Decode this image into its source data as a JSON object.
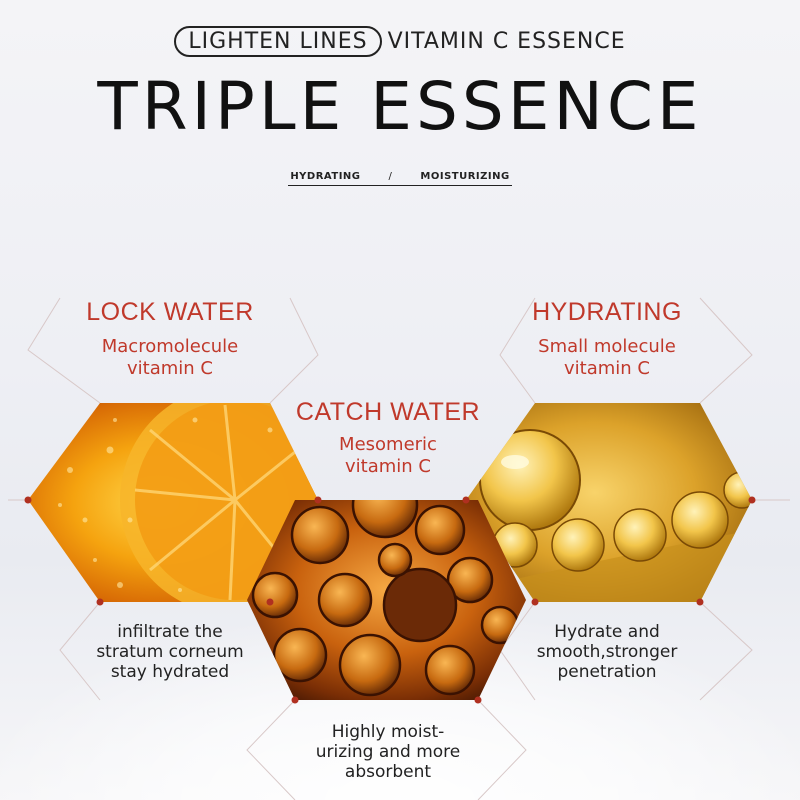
{
  "header": {
    "pill_label": "LIGHTEN LINES",
    "tagline": "VITAMIN C ESSENCE",
    "title": "TRIPLE ESSENCE",
    "tag_left": "HYDRATING",
    "tag_separator": "/",
    "tag_right": "MOISTURIZING"
  },
  "features": {
    "left": {
      "heading": "LOCK WATER",
      "subtitle_line1": "Macromolecule",
      "subtitle_line2": "vitamin C",
      "description_line1": "infiltrate the",
      "description_line2": "stratum corneum",
      "description_line3": "stay hydrated"
    },
    "center": {
      "heading": "CATCH WATER",
      "subtitle_line1": "Mesomeric",
      "subtitle_line2": "vitamin C",
      "description_line1": "Highly moist-",
      "description_line2": "urizing and more",
      "description_line3": "absorbent"
    },
    "right": {
      "heading": "HYDRATING",
      "subtitle_line1": "Small molecule",
      "subtitle_line2": "vitamin C",
      "description_line1": "Hydrate and",
      "description_line2": "smooth,stronger",
      "description_line3": "penetration"
    }
  },
  "colors": {
    "accent_red": "#c0392b",
    "text_dark": "#222222",
    "orange": "#e8900f"
  }
}
